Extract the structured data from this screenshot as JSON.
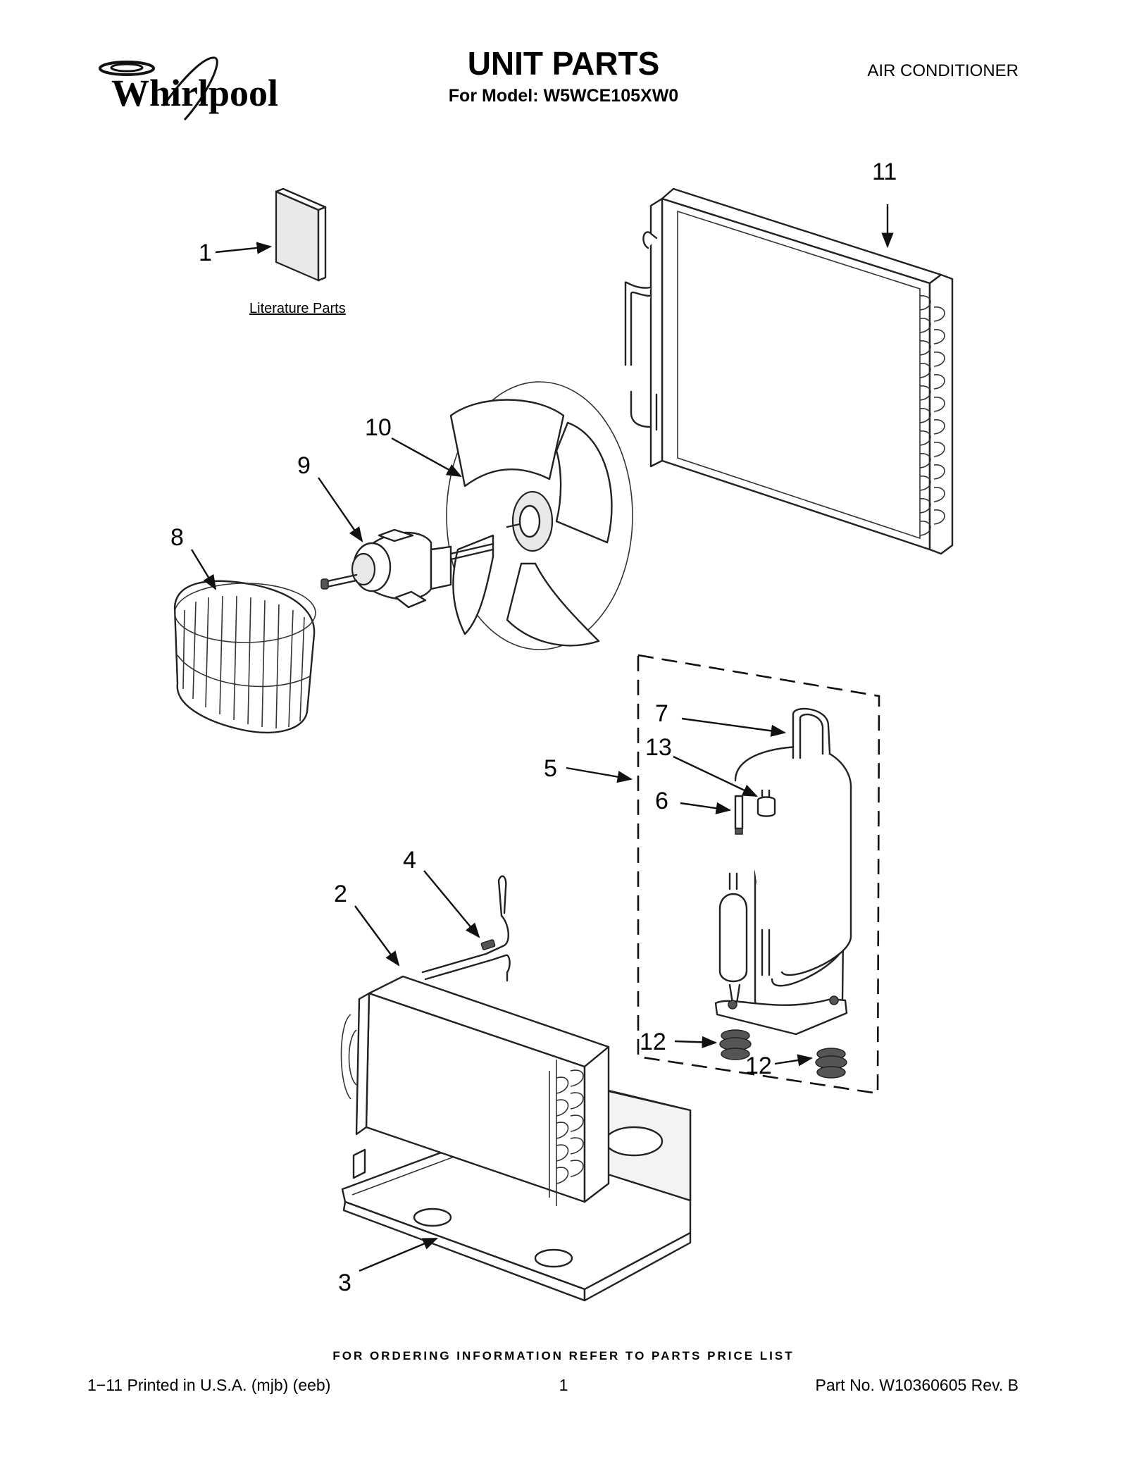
{
  "header": {
    "brand": "Whirlpool",
    "title": "UNIT PARTS",
    "subtitle": "For Model: W5WCE105XW0",
    "category": "AIR CONDITIONER"
  },
  "literature_label": "Literature Parts",
  "callouts": {
    "c1": "1",
    "c2": "2",
    "c3": "3",
    "c4": "4",
    "c5": "5",
    "c6": "6",
    "c7": "7",
    "c8": "8",
    "c9": "9",
    "c10": "10",
    "c11": "11",
    "c12a": "12",
    "c12b": "12",
    "c13": "13"
  },
  "footer": {
    "notice": "FOR ORDERING INFORMATION REFER TO PARTS PRICE LIST",
    "printed": "1−11 Printed in U.S.A. (mjb) (eeb)",
    "page": "1",
    "part_no": "Part No. W10360605 Rev. B"
  }
}
